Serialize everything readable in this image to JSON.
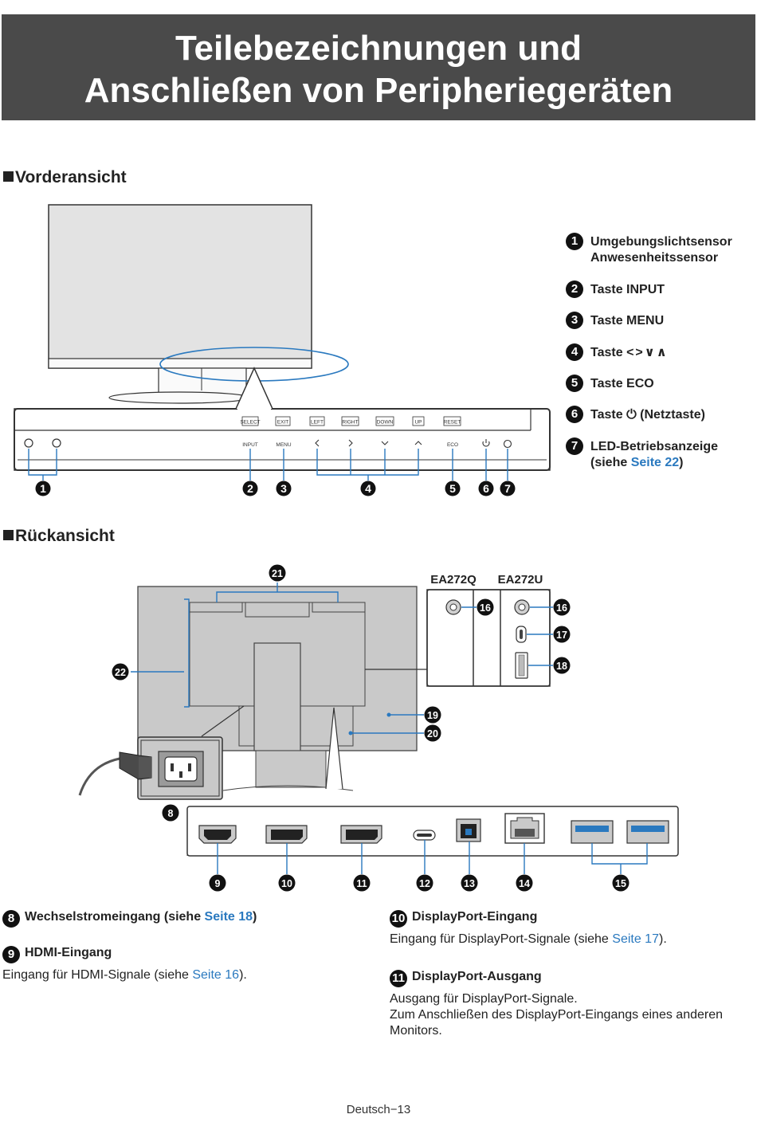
{
  "title": {
    "line1": "Teilebezeichnungen und",
    "line2": "Anschließen von Peripheriegeräten"
  },
  "front": {
    "heading": "Vorderansicht",
    "button_labels": [
      "SELECT",
      "EXIT",
      "LEFT",
      "RIGHT",
      "DOWN",
      "UP",
      "RESET"
    ],
    "key_labels": {
      "input": "INPUT",
      "menu": "MENU",
      "eco": "ECO"
    },
    "legend": [
      {
        "num": "1",
        "line1": "Umgebungslichtsensor",
        "line2": "Anwesenheitssensor"
      },
      {
        "num": "2",
        "line1": "Taste INPUT"
      },
      {
        "num": "3",
        "line1": "Taste MENU"
      },
      {
        "num": "4",
        "line1": "Taste",
        "symbols": "<>∨∧"
      },
      {
        "num": "5",
        "line1": "Taste ECO"
      },
      {
        "num": "6",
        "line1": "Taste",
        "power_symbol": "⏻",
        "suffix": "(Netztaste)"
      },
      {
        "num": "7",
        "line1": "LED-Betriebsanzeige",
        "line2_pre": "(siehe ",
        "line2_link": "Seite 22",
        "line2_post": ")"
      }
    ],
    "callouts": [
      "1",
      "2",
      "3",
      "4",
      "5",
      "6",
      "7"
    ]
  },
  "rear": {
    "heading": "Rückansicht",
    "model_a": "EA272Q",
    "model_b": "EA272U",
    "callouts": [
      "8",
      "9",
      "10",
      "11",
      "12",
      "13",
      "14",
      "15",
      "16",
      "17",
      "18",
      "19",
      "20",
      "21",
      "22"
    ]
  },
  "descriptions": {
    "d8": {
      "num": "8",
      "title_pre": "Wechselstromeingang (siehe ",
      "title_link": "Seite 18",
      "title_post": ")"
    },
    "d9": {
      "num": "9",
      "title": "HDMI-Eingang",
      "body_pre": "Eingang für HDMI-Signale (siehe ",
      "body_link": "Seite 16",
      "body_post": ")."
    },
    "d10": {
      "num": "10",
      "title": "DisplayPort-Eingang",
      "body_pre": "Eingang für DisplayPort-Signale (siehe ",
      "body_link": "Seite 17",
      "body_post": ")."
    },
    "d11": {
      "num": "11",
      "title": "DisplayPort-Ausgang",
      "line1": "Ausgang für DisplayPort-Signale.",
      "line2": "Zum Anschließen des DisplayPort-Eingangs eines anderen",
      "line3": "Monitors."
    }
  },
  "footer": "Deutsch−13"
}
